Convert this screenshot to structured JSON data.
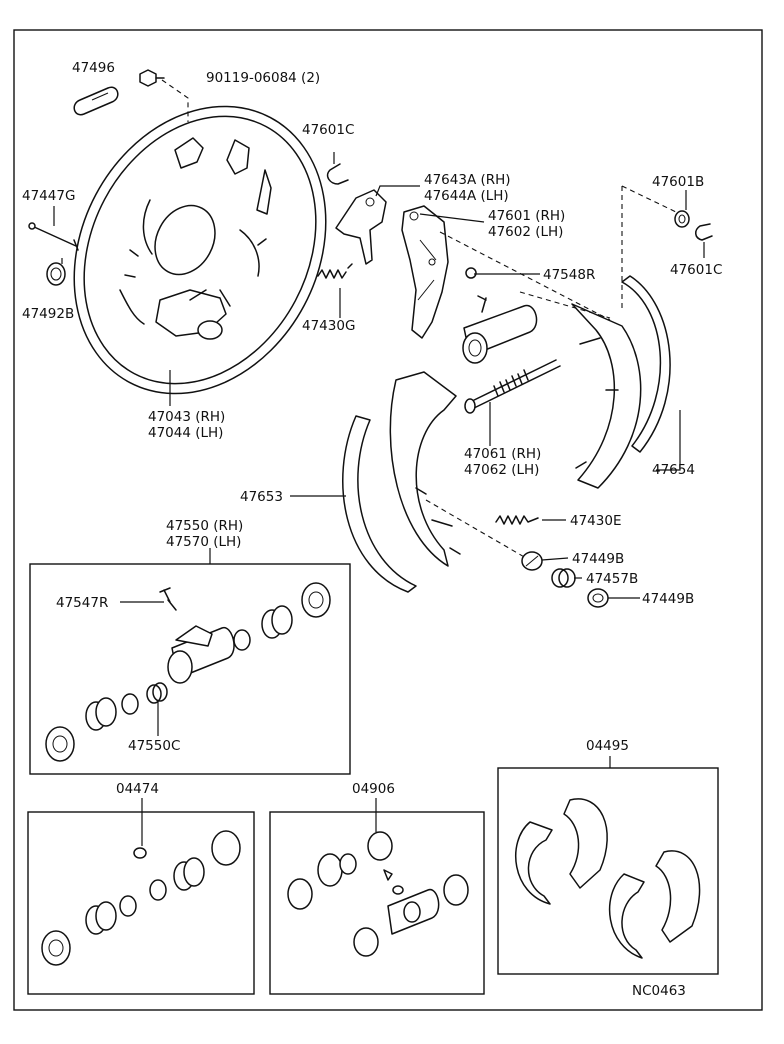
{
  "labels": {
    "p47496": "47496",
    "p90119": "90119-06084 (2)",
    "p47447g": "47447G",
    "p47492b": "47492B",
    "p47043": "47043 (RH)",
    "p47044": "47044 (LH)",
    "p47601c_top": "47601C",
    "p47643a": "47643A (RH)",
    "p47644a": "47644A (LH)",
    "p47601": "47601 (RH)",
    "p47602": "47602 (LH)",
    "p47601b": "47601B",
    "p47601c_right": "47601C",
    "p47548r": "47548R",
    "p47430g": "47430G",
    "p47061": "47061 (RH)",
    "p47062": "47062 (LH)",
    "p47654": "47654",
    "p47653": "47653",
    "p47430e": "47430E",
    "p47449b_a": "47449B",
    "p47457b": "47457B",
    "p47449b_b": "47449B",
    "p47550": "47550 (RH)",
    "p47570": "47570 (LH)",
    "p47547r": "47547R",
    "p47550c": "47550C",
    "p04495": "04495",
    "p04474": "04474",
    "p04906": "04906",
    "code": "NC0463"
  }
}
